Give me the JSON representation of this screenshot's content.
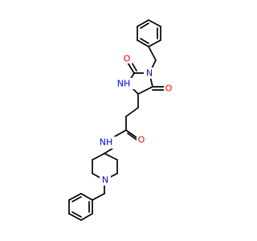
{
  "molecule": {
    "atom_labels": {
      "o_ring_top": "O",
      "o_ring_right": "O",
      "o_amide": "O",
      "n_imide": "N",
      "nh_ring": "NH",
      "nh_amide": "NH",
      "n_piperidine": "N"
    },
    "colors": {
      "bond": "#000000",
      "nitrogen": "#0000ff",
      "oxygen": "#ff0000",
      "background": "#ffffff"
    }
  }
}
